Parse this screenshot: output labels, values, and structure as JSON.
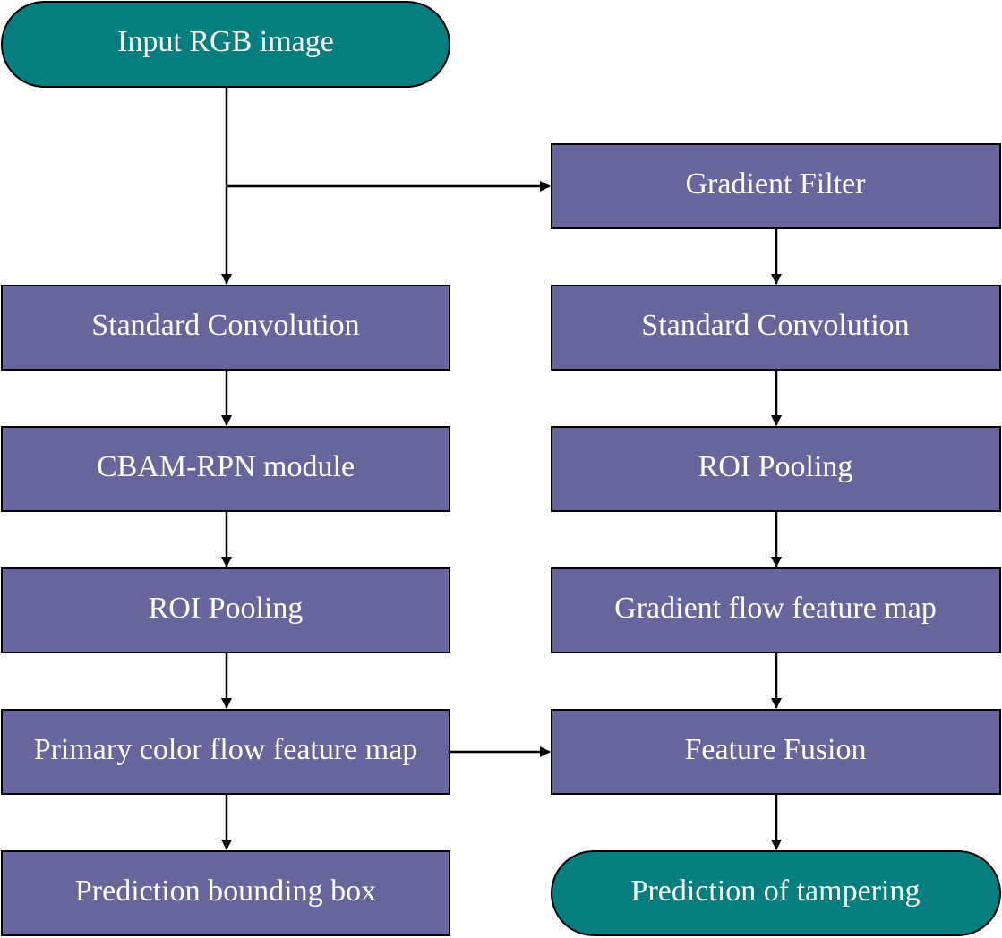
{
  "colors": {
    "process_fill": "#67669c",
    "terminal_fill": "#047e7e",
    "text": "#ffffff",
    "stroke": "#000000"
  },
  "nodes": {
    "input_rgb_image": "Input RGB image",
    "gradient_filter": "Gradient Filter",
    "left_standard_convolution": "Standard Convolution",
    "right_standard_convolution": "Standard Convolution",
    "cbam_rpn_module": "CBAM-RPN module",
    "left_roi_pooling": "ROI Pooling",
    "right_roi_pooling": "ROI Pooling",
    "gradient_flow_feature_map": "Gradient flow feature map",
    "primary_color_flow_feature_map": "Primary color flow feature map",
    "feature_fusion": "Feature Fusion",
    "prediction_bounding_box": "Prediction bounding box",
    "prediction_of_tampering": "Prediction of tampering"
  }
}
